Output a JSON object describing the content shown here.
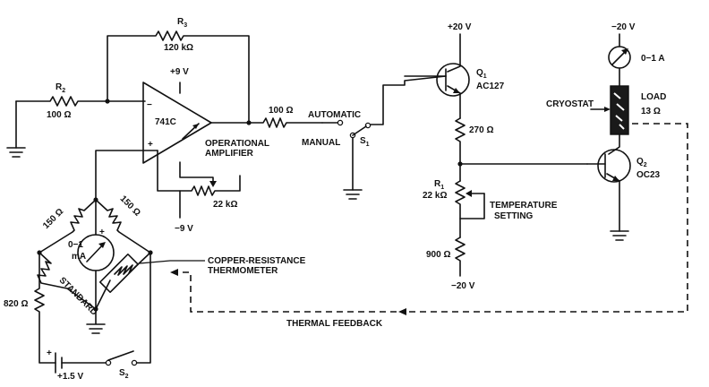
{
  "labels": {
    "r3": "R",
    "r3_sub": "3",
    "r3_val": "120 kΩ",
    "r2": "R",
    "r2_sub": "2",
    "r2_val": "100 Ω",
    "plus9": "+9 V",
    "opamp": "741C",
    "minus_sign": "−",
    "plus_sign": "+",
    "opamp_desc1": "OPERATIONAL",
    "opamp_desc2": "AMPLIFIER",
    "pot22": "22 kΩ",
    "minus9": "−9 V",
    "r100": "100 Ω",
    "automatic": "AUTOMATIC",
    "manual": "MANUAL",
    "s1": "S",
    "s1_sub": "1",
    "plus20": "+20 V",
    "q1": "Q",
    "q1_sub": "1",
    "q1_type": "AC127",
    "r270": "270 Ω",
    "r1": "R",
    "r1_sub": "1",
    "r1_val": "22 kΩ",
    "temp1": "TEMPERATURE",
    "temp2": "SETTING",
    "r900": "900 Ω",
    "minus20_bottom": "−20 V",
    "minus20_top": "−20 V",
    "ammeter": "0−1 A",
    "cryostat": "CRYOSTAT",
    "load": "LOAD",
    "load_val": "13 Ω",
    "q2": "Q",
    "q2_sub": "2",
    "q2_type": "OC23",
    "bridge150_left": "150 Ω",
    "bridge150_right": "150 Ω",
    "ma1": "0−1",
    "ma2": "mA",
    "standard": "STANDARD",
    "copper1": "COPPER-RESISTANCE",
    "copper2": "THERMOMETER",
    "r820": "820 Ω",
    "battery": "+1.5 V",
    "s2": "S",
    "s2_sub": "2",
    "feedback": "THERMAL FEEDBACK"
  }
}
